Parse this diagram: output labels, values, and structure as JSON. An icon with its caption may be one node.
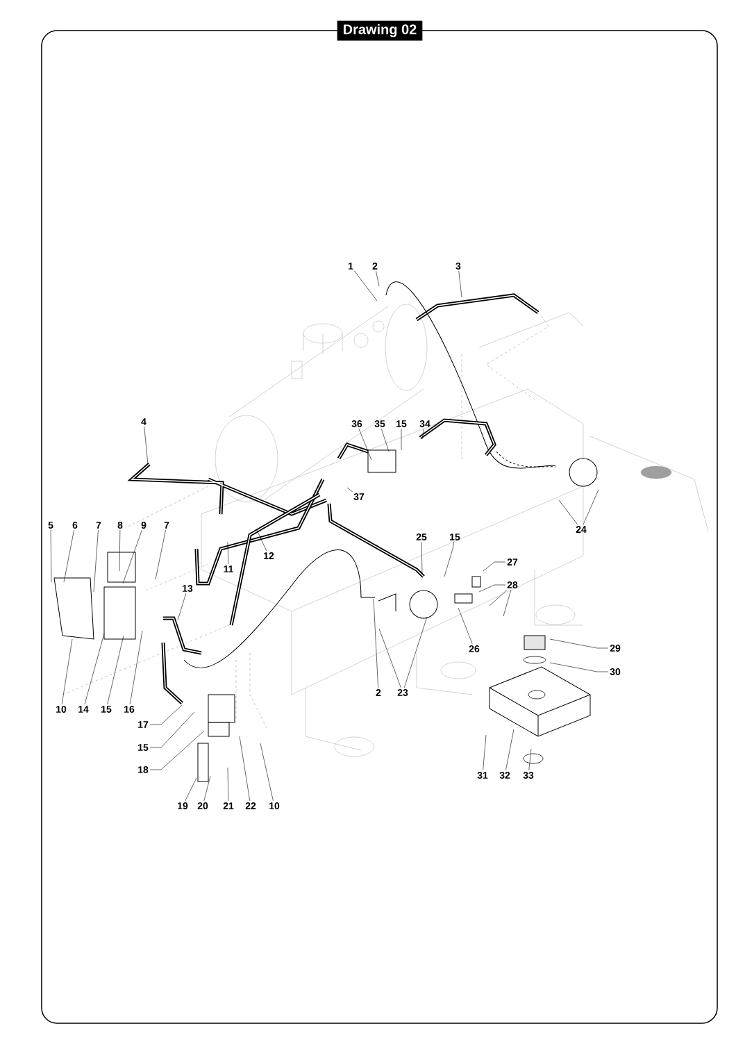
{
  "diagram": {
    "title": "Drawing 02",
    "nodes": [
      {
        "text": [
          "1"
        ]
      },
      {
        "text": [
          "2"
        ]
      },
      {
        "text": [
          "3"
        ]
      },
      {
        "text": [
          "4"
        ]
      },
      {
        "text": [
          "36"
        ]
      },
      {
        "text": [
          "35"
        ]
      },
      {
        "text": [
          "15"
        ]
      },
      {
        "text": [
          "34"
        ]
      },
      {
        "text": [
          "37"
        ]
      },
      {
        "text": [
          "5"
        ]
      },
      {
        "text": [
          "6"
        ]
      },
      {
        "text": [
          "7"
        ]
      },
      {
        "text": [
          "8"
        ]
      },
      {
        "text": [
          "9"
        ]
      },
      {
        "text": [
          "7"
        ]
      },
      {
        "text": [
          "24"
        ]
      },
      {
        "text": [
          "25"
        ]
      },
      {
        "text": [
          "15"
        ]
      },
      {
        "text": [
          "12"
        ]
      },
      {
        "text": [
          "27"
        ]
      },
      {
        "text": [
          "11"
        ]
      },
      {
        "text": [
          "28"
        ]
      },
      {
        "text": [
          "13"
        ]
      },
      {
        "text": [
          "29"
        ]
      },
      {
        "text": [
          "26"
        ]
      },
      {
        "text": [
          "30"
        ]
      },
      {
        "text": [
          "2"
        ]
      },
      {
        "text": [
          "23"
        ]
      },
      {
        "text": [
          "10"
        ]
      },
      {
        "text": [
          "14"
        ]
      },
      {
        "text": [
          "15"
        ]
      },
      {
        "text": [
          "16"
        ]
      },
      {
        "text": [
          "17"
        ]
      },
      {
        "text": [
          "15"
        ]
      },
      {
        "text": [
          "18"
        ]
      },
      {
        "text": [
          "31"
        ]
      },
      {
        "text": [
          "32"
        ]
      },
      {
        "text": [
          "33"
        ]
      },
      {
        "text": [
          "19"
        ]
      },
      {
        "text": [
          "20"
        ]
      },
      {
        "text": [
          "21"
        ]
      },
      {
        "text": [
          "22"
        ]
      },
      {
        "text": [
          "10"
        ]
      }
    ],
    "edges": [
      {
        "from": 0,
        "to": null,
        "arrow": "none"
      },
      {
        "from": 1,
        "to": null,
        "arrow": "none"
      },
      {
        "from": 2,
        "to": null,
        "arrow": "none"
      },
      {
        "from": 3,
        "to": null,
        "arrow": "none"
      },
      {
        "from": 4,
        "to": null,
        "arrow": "none"
      },
      {
        "from": 5,
        "to": null,
        "arrow": "none"
      },
      {
        "from": 6,
        "to": null,
        "arrow": "none"
      },
      {
        "from": 7,
        "to": null,
        "arrow": "none"
      },
      {
        "from": 8,
        "to": null,
        "arrow": "none"
      },
      {
        "from": 9,
        "to": null,
        "arrow": "none"
      },
      {
        "from": 10,
        "to": null,
        "arrow": "none"
      },
      {
        "from": 11,
        "to": null,
        "arrow": "none"
      },
      {
        "from": 12,
        "to": null,
        "arrow": "none"
      },
      {
        "from": 13,
        "to": null,
        "arrow": "none"
      },
      {
        "from": 14,
        "to": null,
        "arrow": "none"
      },
      {
        "from": 15,
        "to": null,
        "arrow": "none"
      },
      {
        "from": 15,
        "to": null,
        "arrow": "none"
      },
      {
        "from": 16,
        "to": null,
        "arrow": "none"
      },
      {
        "from": 17,
        "to": null,
        "arrow": "none"
      },
      {
        "from": 18,
        "to": null,
        "arrow": "none"
      },
      {
        "from": 19,
        "to": null,
        "arrow": "none"
      },
      {
        "from": 20,
        "to": null,
        "arrow": "none"
      },
      {
        "from": 21,
        "to": null,
        "arrow": "none"
      },
      {
        "from": 21,
        "to": null,
        "arrow": "none"
      },
      {
        "from": 21,
        "to": null,
        "arrow": "none"
      },
      {
        "from": 22,
        "to": null,
        "arrow": "none"
      },
      {
        "from": 23,
        "to": null,
        "arrow": "none"
      },
      {
        "from": 24,
        "to": null,
        "arrow": "none"
      },
      {
        "from": 25,
        "to": null,
        "arrow": "none"
      },
      {
        "from": 26,
        "to": null,
        "arrow": "none"
      },
      {
        "from": 27,
        "to": null,
        "arrow": "none"
      },
      {
        "from": 27,
        "to": null,
        "arrow": "none"
      },
      {
        "from": 28,
        "to": null,
        "arrow": "none"
      },
      {
        "from": 29,
        "to": null,
        "arrow": "none"
      },
      {
        "from": 30,
        "to": null,
        "arrow": "none"
      },
      {
        "from": 31,
        "to": null,
        "arrow": "none"
      },
      {
        "from": 32,
        "to": null,
        "arrow": "none"
      },
      {
        "from": 33,
        "to": null,
        "arrow": "none"
      },
      {
        "from": 34,
        "to": null,
        "arrow": "none"
      },
      {
        "from": 35,
        "to": null,
        "arrow": "none"
      },
      {
        "from": 36,
        "to": null,
        "arrow": "none"
      },
      {
        "from": 37,
        "to": null,
        "arrow": "none"
      },
      {
        "from": 38,
        "to": null,
        "arrow": "none"
      },
      {
        "from": 39,
        "to": null,
        "arrow": "none"
      },
      {
        "from": 40,
        "to": null,
        "arrow": "none"
      },
      {
        "from": 41,
        "to": null,
        "arrow": "none"
      },
      {
        "from": 42,
        "to": null,
        "arrow": "none"
      }
    ]
  }
}
